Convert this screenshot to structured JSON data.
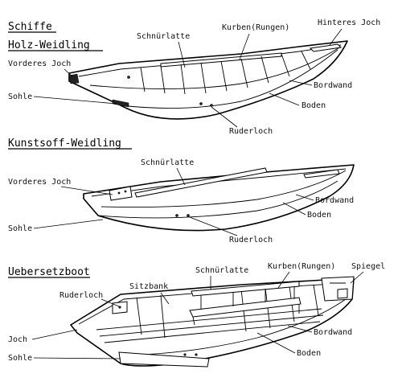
{
  "title": "Schiffe",
  "sections": {
    "holz": {
      "heading": "Holz-Weidling",
      "labels": {
        "schnuerlatte": "Schnürlatte",
        "kurben": "Kurben(Rungen)",
        "hinteres_joch": "Hinteres Joch",
        "vorderes_joch": "Vorderes Joch",
        "bordwand": "Bordwand",
        "sohle": "Sohle",
        "boden": "Boden",
        "ruderloch": "Ruderloch"
      }
    },
    "kunststoff": {
      "heading": "Kunstsoff-Weidling",
      "labels": {
        "schnuerlatte": "Schnürlatte",
        "vorderes_joch": "Vorderes Joch",
        "bordwand": "Bordwand",
        "boden": "Boden",
        "sohle": "Sohle",
        "ruderloch": "Ruderloch"
      }
    },
    "uebersetz": {
      "heading": "Uebersetzboot",
      "labels": {
        "schnuerlatte": "Schnürlatte",
        "kurben": "Kurben(Rungen)",
        "spiegel": "Spiegel",
        "ruderloch": "Ruderloch",
        "sitzbank": "Sitzbank",
        "bordwand": "Bordwand",
        "joch": "Joch",
        "sohle": "Sohle",
        "boden": "Boden"
      }
    }
  }
}
